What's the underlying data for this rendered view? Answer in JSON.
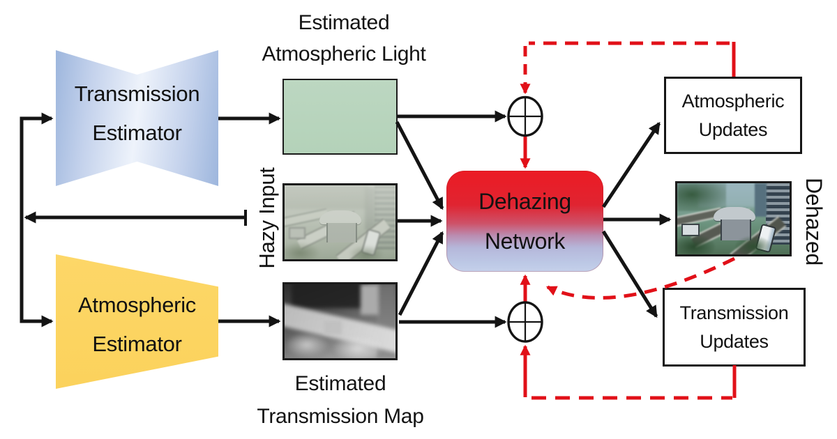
{
  "nodes": {
    "transmission_estimator": {
      "line1": "Transmission",
      "line2": "Estimator"
    },
    "atmospheric_estimator": {
      "line1": "Atmospheric",
      "line2": "Estimator"
    },
    "dehazing_network": {
      "line1": "Dehazing",
      "line2": "Network"
    },
    "atmospheric_updates": {
      "line1": "Atmospheric",
      "line2": "Updates"
    },
    "transmission_updates": {
      "line1": "Transmission",
      "line2": "Updates"
    }
  },
  "labels": {
    "estimated_atmospheric_light": {
      "line1": "Estimated",
      "line2": "Atmospheric Light"
    },
    "hazy_input": "Hazy Input",
    "dehazed": "Dehazed",
    "estimated_transmission_map": {
      "line1": "Estimated",
      "line2": "Transmission Map"
    }
  },
  "icons": {
    "atmospheric_sum": "circled-plus",
    "transmission_sum": "circled-plus"
  },
  "colors": {
    "line_black": "#141414",
    "feedback_red": "#e11018",
    "estimator_blue": "#a9c0e4",
    "estimator_yellow": "#fcd462",
    "atmospheric_light_green": "#b9d5be",
    "network_gradient_top": "#ec1b24",
    "network_gradient_bottom": "#bdc9e6"
  }
}
